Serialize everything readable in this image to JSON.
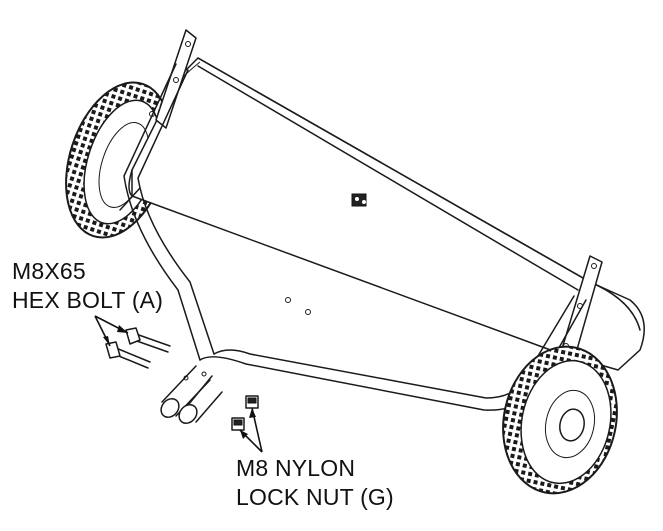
{
  "callouts": {
    "bolt_line1": "M8X65",
    "bolt_line2": "HEX BOLT (A)",
    "nut_line1": "M8 NYLON",
    "nut_line2": "LOCK NUT (G)"
  },
  "parts": [
    {
      "id": "A",
      "name": "M8X65 HEX BOLT",
      "quantity_shown": 2
    },
    {
      "id": "G",
      "name": "M8 NYLON LOCK NUT",
      "quantity_shown": 2
    }
  ]
}
